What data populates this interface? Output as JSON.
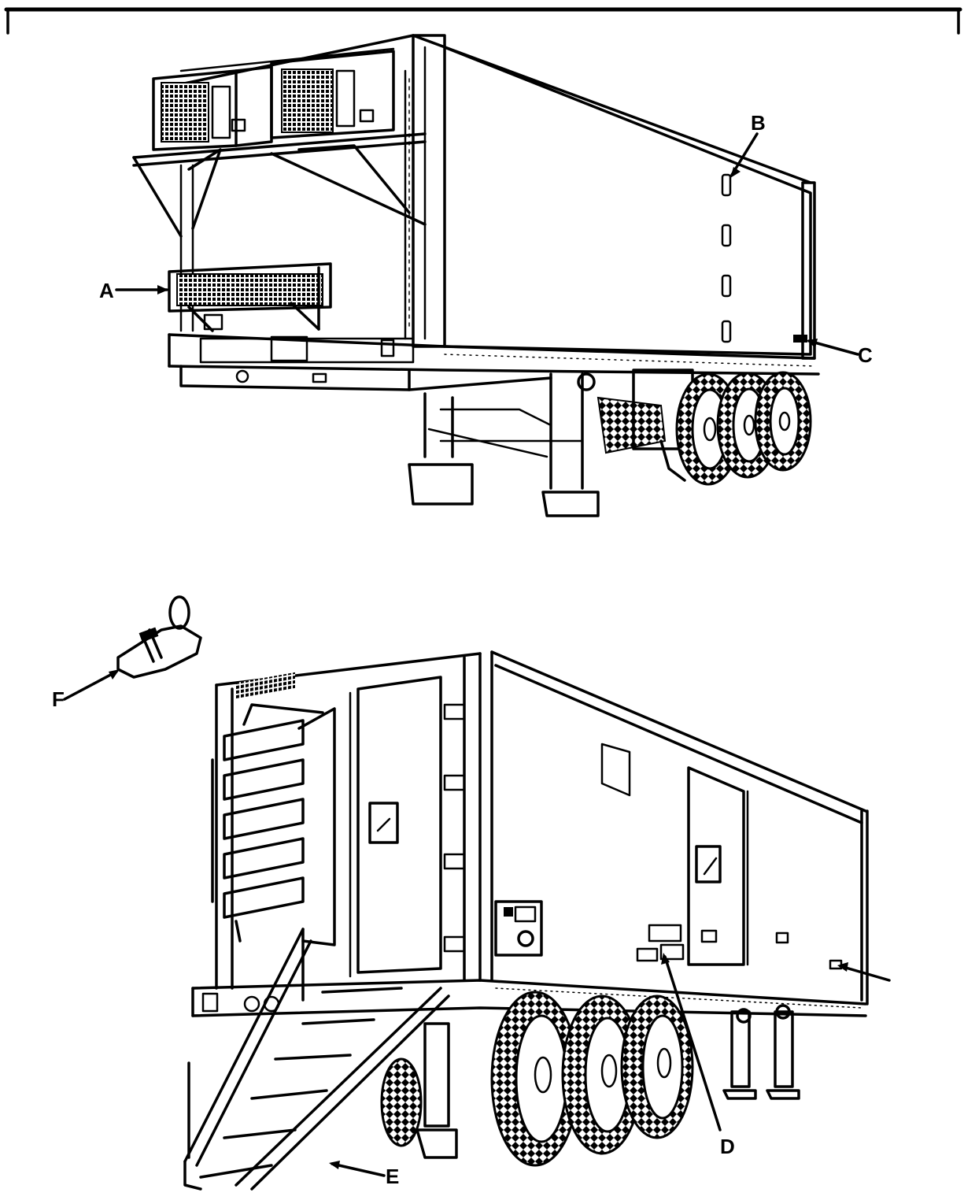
{
  "callouts": {
    "A": "A",
    "B": "B",
    "C": "C",
    "D": "D",
    "E": "E",
    "F": "F"
  },
  "colors": {
    "ink": "#000000",
    "paper": "#ffffff"
  }
}
